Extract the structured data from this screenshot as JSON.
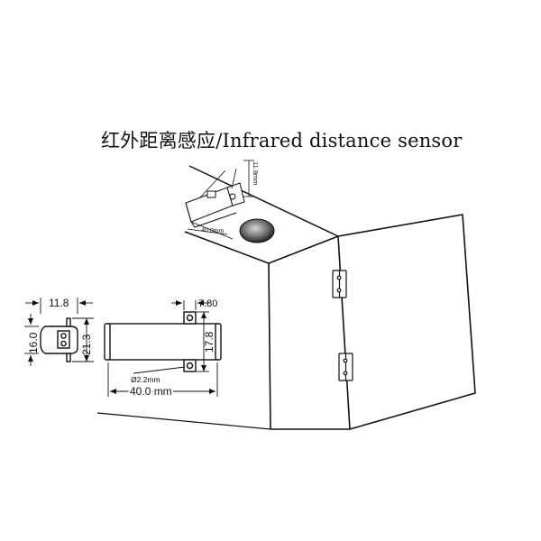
{
  "title": "红外距离感应/Infrared distance sensor",
  "iso_dims": {
    "height": "11.8mm",
    "length": "40.0mm"
  },
  "side_view": {
    "width": "11.8",
    "height": "16.0",
    "depth": "21.3"
  },
  "front_view": {
    "hole_spacing": "7.80",
    "mount_height": "17.8",
    "hole_diameter": "Ø2.2mm",
    "length": "40.0 mm"
  },
  "colors": {
    "line": "#111111",
    "lens_dark": "#222222",
    "lens_light": "#d8d8d8"
  }
}
